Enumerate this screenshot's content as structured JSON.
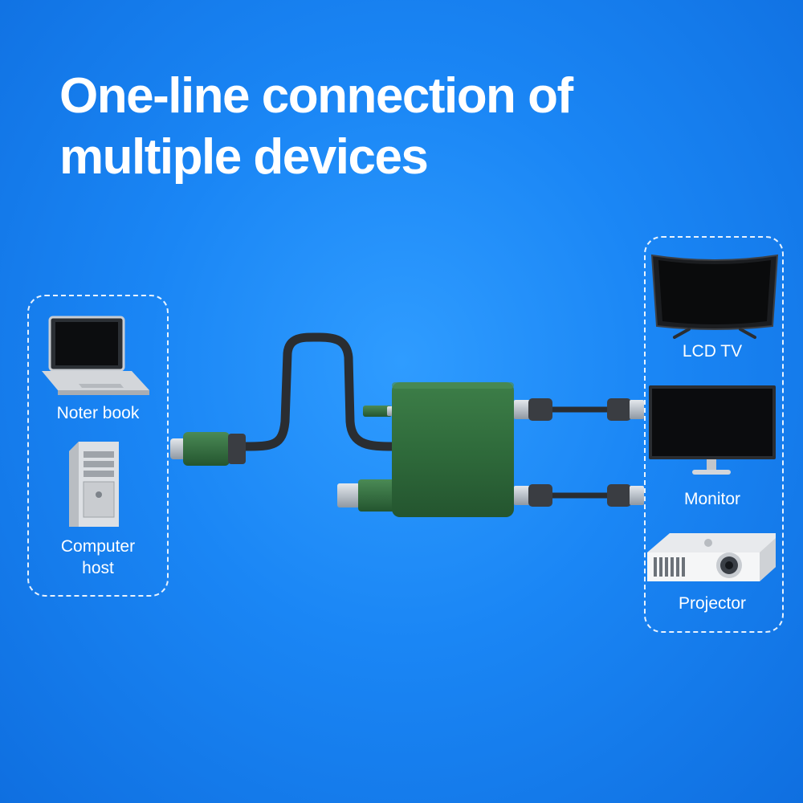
{
  "headline": {
    "line1": "One-line connection of",
    "line2": "multiple devices"
  },
  "sources": [
    {
      "label": "Noter book",
      "icon": "laptop-icon"
    },
    {
      "label_line1": "Computer",
      "label_line2": "host",
      "icon": "desktop-tower-icon"
    }
  ],
  "displays": [
    {
      "label": "LCD TV",
      "icon": "curved-tv-icon"
    },
    {
      "label": "Monitor",
      "icon": "monitor-icon"
    },
    {
      "label": "Projector",
      "icon": "projector-icon"
    }
  ],
  "colors": {
    "background": "#1a86f5",
    "adapter_body": "#2f6b3b",
    "cable": "#2a2d31",
    "text": "#ffffff"
  }
}
